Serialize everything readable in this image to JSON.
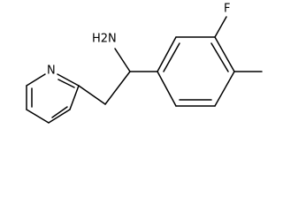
{
  "molecule": {
    "atoms": {
      "amine": "H2N",
      "fluorine": "F",
      "pyridine_nitrogen": "N"
    }
  },
  "colors": {
    "bond": "#000000",
    "label": "#000000",
    "background": "#ffffff"
  }
}
